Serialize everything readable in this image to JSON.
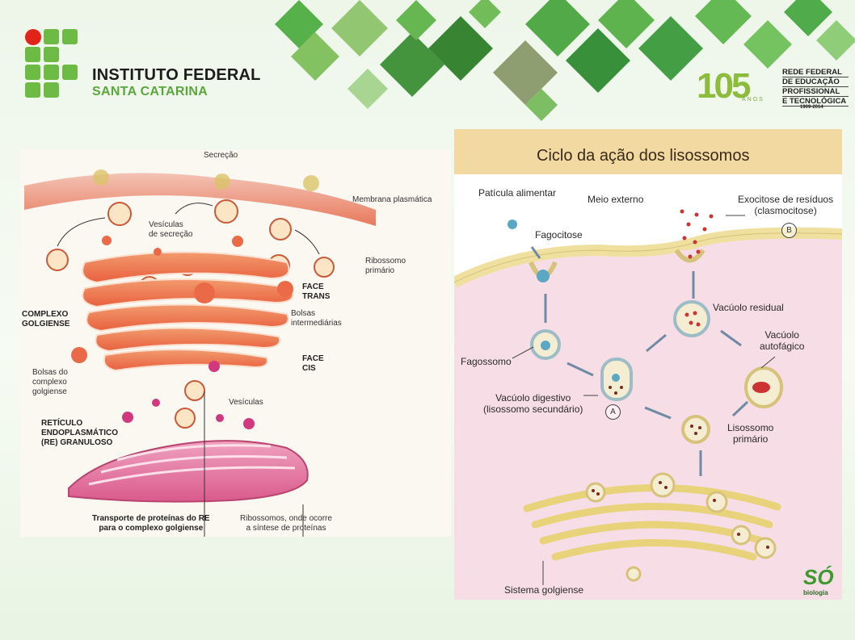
{
  "header": {
    "institution_title": "INSTITUTO FEDERAL",
    "institution_subtitle": "SANTA CATARINA",
    "badge_number": "105",
    "badge_anos": "ANOS",
    "rede_lines": [
      "REDE FEDERAL",
      "DE EDUCAÇÃO",
      "PROFISSIONAL",
      "E TECNOLÓGICA"
    ],
    "badge_years": "1909-2014",
    "colors": {
      "logo_green": "#6dbb45",
      "logo_red": "#e2231a",
      "mosaic_green": "#3f9a3a"
    }
  },
  "left_figure": {
    "secrecao": "Secreção",
    "membrana": "Membrana plasmática",
    "vesiculas_secrecao": [
      "Vesículas",
      "de secreção"
    ],
    "ribossomo": [
      "Ribossomo",
      "primário"
    ],
    "complexo_golgiense": [
      "COMPLEXO",
      "GOLGIENSE"
    ],
    "face_trans": [
      "FACE",
      "TRANS"
    ],
    "bolsas_intermediarias": [
      "Bolsas",
      "intermediárias"
    ],
    "face_cis": [
      "FACE",
      "CIS"
    ],
    "bolsas_complexo": [
      "Bolsas do",
      "complexo",
      "golgiense"
    ],
    "vesiculas": "Vesículas",
    "reticulo": [
      "RETÍCULO",
      "ENDOPLASMÁTICO",
      "(RE) GRANULOSO"
    ],
    "transporte": [
      "Transporte de proteínas do RE",
      "para o complexo golgiense"
    ],
    "ribossomos_sintese": [
      "Ribossomos, onde ocorre",
      "a síntese de proteínas"
    ]
  },
  "right_figure": {
    "title": "Ciclo da ação dos lisossomos",
    "particula": "Patícula alimentar",
    "meio_externo": "Meio externo",
    "exocitose": [
      "Exocitose de resíduos",
      "(clasmocitose)"
    ],
    "marker_b": "B",
    "fagocitose": "Fagocitose",
    "vacuolo_residual": "Vacúolo residual",
    "vacuolo_autofagico": [
      "Vacúolo",
      "autofágico"
    ],
    "fagossomo": "Fagossomo",
    "vacuolo_digestivo": [
      "Vacúolo digestivo",
      "(lisossomo secundário)"
    ],
    "marker_a": "A",
    "lisossomo_primario": [
      "Lisossomo",
      "primário"
    ],
    "sistema_golgiense": "Sistema golgiense",
    "logo_text": "biologia"
  }
}
